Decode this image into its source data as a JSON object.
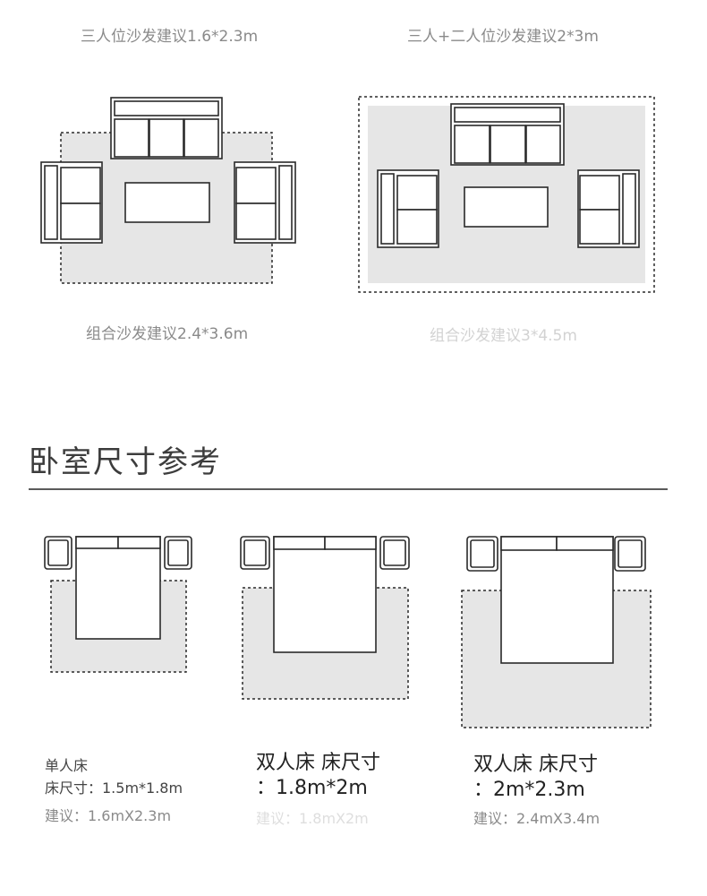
{
  "living": {
    "labels": [
      {
        "text": "三人位沙发建议1.6*2.3m"
      },
      {
        "text": "三人+二人位沙发建议2*3m"
      },
      {
        "text": "组合沙发建议2.4*3.6m"
      },
      {
        "text": "组合沙发建议3*4.5m"
      }
    ]
  },
  "bedroom": {
    "title": "卧室尺寸参考",
    "items": [
      {
        "line1": "单人床",
        "line2": "床尺寸：1.5m*1.8m",
        "line3": "建议：1.6mX2.3m"
      },
      {
        "line1": "双人床 床尺寸",
        "line2": "：1.8m*2m",
        "line3": "建议：1.8mX2m"
      },
      {
        "line1": "双人床 床尺寸",
        "line2": "：2m*2.3m",
        "line3": "建议：2.4mX3.4m"
      }
    ]
  },
  "colors": {
    "rug": "#e6e6e6",
    "stroke": "#2a2a2a",
    "text_muted": "#8a8a8a",
    "text_dark": "#222222"
  }
}
